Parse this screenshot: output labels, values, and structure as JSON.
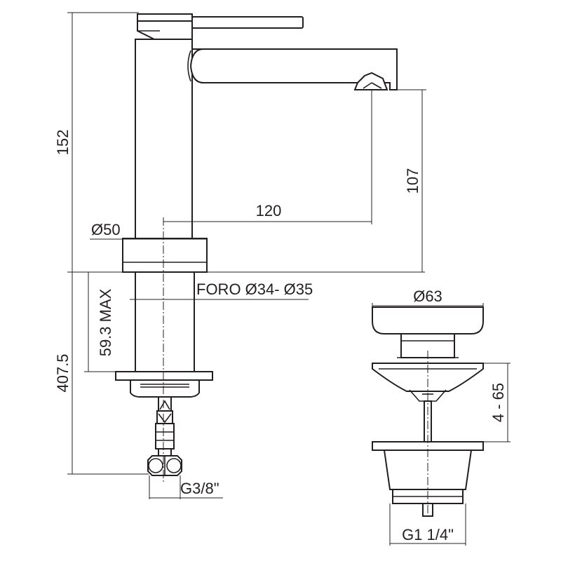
{
  "dimensions": {
    "total_height": "152",
    "spout_height": "107",
    "spout_reach": "120",
    "base_diameter": "Ø50",
    "hole_diameter": "FORO Ø34- Ø35",
    "deck_thickness": "59.3 MAX",
    "hose_length": "407.5",
    "hose_connection": "G3/8\"",
    "waste_cap_diameter": "Ø63",
    "waste_thickness": "4 - 65",
    "waste_thread": "G1 1/4\""
  },
  "colors": {
    "line": "#231f20",
    "background": "#ffffff"
  }
}
